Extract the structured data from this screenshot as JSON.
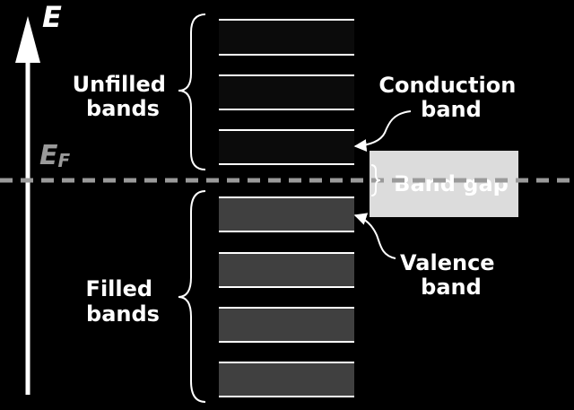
{
  "axis": {
    "energy_symbol": "E",
    "fermi_symbol": "E",
    "fermi_subscript": "F"
  },
  "labels": {
    "unfilled": [
      "Unfilled",
      "bands"
    ],
    "filled": [
      "Filled",
      "bands"
    ],
    "conduction": [
      "Conduction",
      "band"
    ],
    "valence": [
      "Valence",
      "band"
    ],
    "band_gap": "Band gap"
  },
  "colors": {
    "background": "#000000",
    "line": "#ffffff",
    "unfilled_band": "#0b0b0b",
    "filled_band": "#404040",
    "fermi_line": "#9a9a9a",
    "gap_box": "#dcdcdc"
  },
  "bands": {
    "unfilled_count": 3,
    "filled_count": 4
  }
}
